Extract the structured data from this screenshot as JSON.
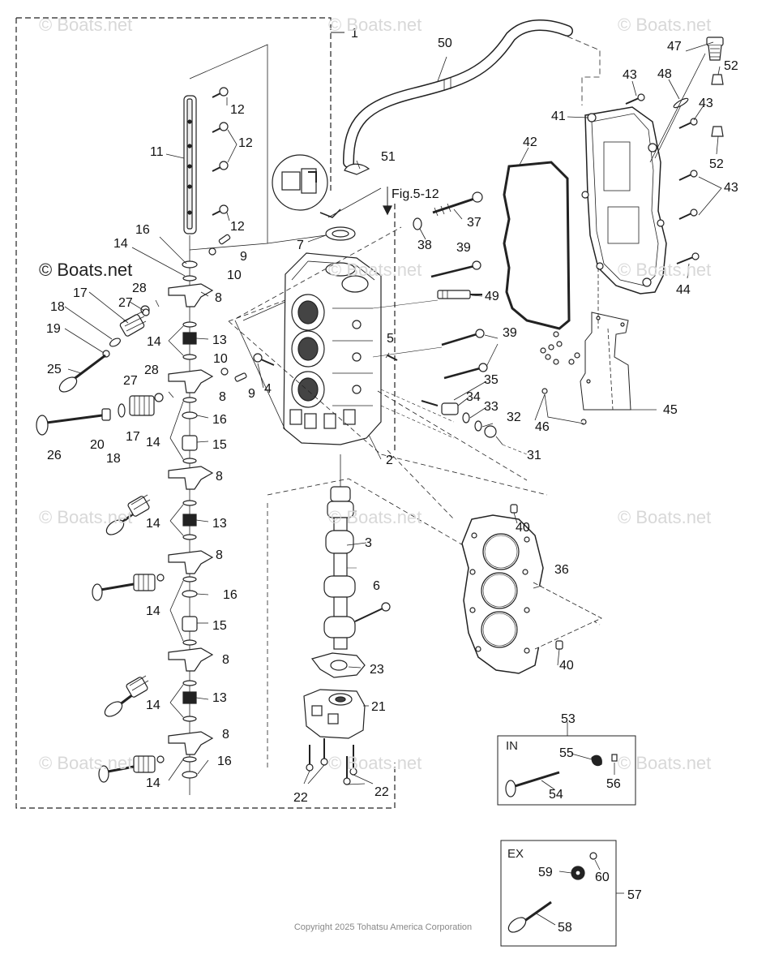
{
  "watermark": "© Boats.net",
  "figure_ref": "Fig.5-12",
  "copyright": "Copyright 2025 Tohatsu America Corporation",
  "inset_in_label": "IN",
  "inset_ex_label": "EX",
  "callouts": {
    "c1": "1",
    "c2": "2",
    "c3": "3",
    "c4": "4",
    "c5": "5",
    "c6": "6",
    "c7": "7",
    "c8a": "8",
    "c8b": "8",
    "c8c": "8",
    "c8d": "8",
    "c8e": "8",
    "c8f": "8",
    "c9a": "9",
    "c9b": "9",
    "c10a": "10",
    "c10b": "10",
    "c11": "11",
    "c12a": "12",
    "c12b": "12",
    "c12c": "12",
    "c13a": "13",
    "c13b": "13",
    "c13c": "13",
    "c14a": "14",
    "c14b": "14",
    "c14c": "14",
    "c14d": "14",
    "c14e": "14",
    "c14f": "14",
    "c14g": "14",
    "c14h": "14",
    "c15a": "15",
    "c15b": "15",
    "c16a": "16",
    "c16b": "16",
    "c16c": "16",
    "c16d": "16",
    "c17a": "17",
    "c17b": "17",
    "c18a": "18",
    "c18b": "18",
    "c19": "19",
    "c20": "20",
    "c21": "21",
    "c22a": "22",
    "c22b": "22",
    "c23": "23",
    "c25": "25",
    "c26": "26",
    "c27a": "27",
    "c27b": "27",
    "c28a": "28",
    "c28b": "28",
    "c31": "31",
    "c32": "32",
    "c33": "33",
    "c34": "34",
    "c35": "35",
    "c36": "36",
    "c37": "37",
    "c38": "38",
    "c39a": "39",
    "c39b": "39",
    "c40a": "40",
    "c40b": "40",
    "c41": "41",
    "c42": "42",
    "c43a": "43",
    "c43b": "43",
    "c43c": "43",
    "c44": "44",
    "c45": "45",
    "c46": "46",
    "c47": "47",
    "c48": "48",
    "c49": "49",
    "c50": "50",
    "c51": "51",
    "c52a": "52",
    "c52b": "52",
    "c53": "53",
    "c54": "54",
    "c55": "55",
    "c56": "56",
    "c57": "57",
    "c58": "58",
    "c59": "59",
    "c60": "60"
  }
}
